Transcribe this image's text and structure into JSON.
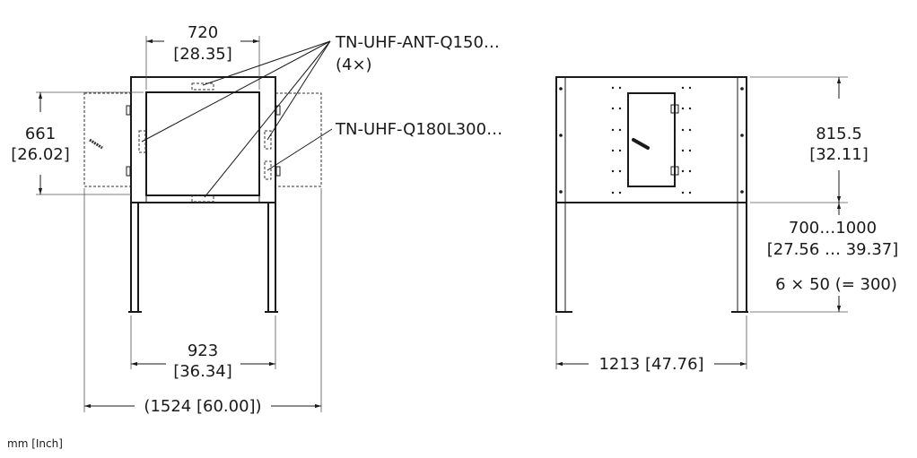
{
  "left_view": {
    "width_inner": {
      "mm": "720",
      "inch": "[28.35]"
    },
    "height_inner": {
      "mm": "661",
      "inch": "[26.02]"
    },
    "width_frame": {
      "mm": "923",
      "inch": "[36.34]"
    },
    "width_total": "(1524 [60.00])"
  },
  "callouts": {
    "antenna_label": "TN-UHF-ANT-Q150…",
    "antenna_count": "(4×)",
    "reader_label": "TN-UHF-Q180L300…"
  },
  "right_view": {
    "height_frame": {
      "mm": "815.5",
      "inch": "[32.11]"
    },
    "leg_height": {
      "mm": "700…1000",
      "inch": "[27.56 … 39.37]",
      "steps": "6 × 50 (= 300)"
    },
    "width_total": "1213 [47.76]"
  },
  "units_note": "mm [Inch]"
}
